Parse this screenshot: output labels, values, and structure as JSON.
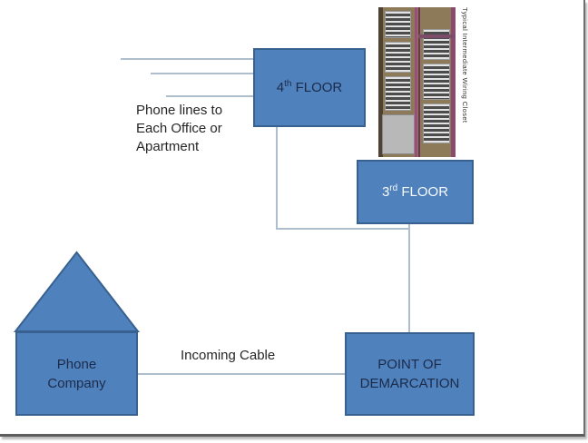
{
  "colors": {
    "shape_fill": "#4f81bd",
    "shape_border": "#38618f",
    "connector_line": "#aebecd",
    "label_dark": "#1c2b4a",
    "label_light": "#f7fafd",
    "body_text": "#262626"
  },
  "nodes": {
    "fourth_floor": {
      "num": "4",
      "sup": "th",
      "rest": " FLOOR"
    },
    "third_floor": {
      "num": "3",
      "sup": "rd",
      "rest": " FLOOR"
    },
    "demarcation": {
      "lines": [
        "POINT OF",
        "DEMARCATION"
      ]
    },
    "phone_company": {
      "lines": [
        "Phone",
        "Company"
      ]
    }
  },
  "annotations": {
    "phone_lines": {
      "lines": [
        "Phone lines to",
        "Each Office or",
        "Apartment"
      ]
    },
    "incoming_cable": "Incoming Cable",
    "photo_caption": "Typical Intermediate Wiring Closet"
  }
}
